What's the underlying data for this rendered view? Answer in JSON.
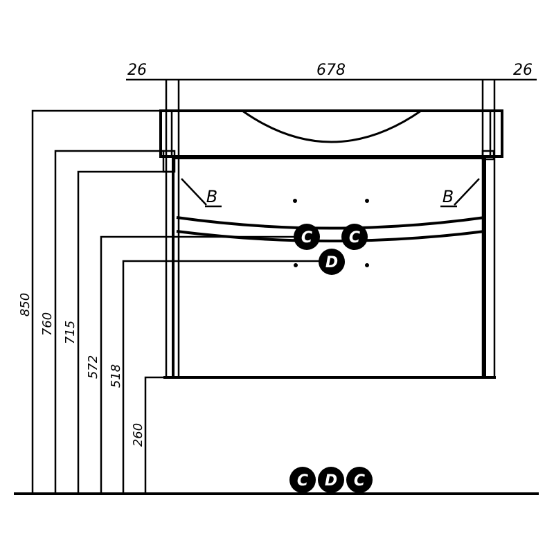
{
  "dimensions": {
    "top": [
      "26",
      "678",
      "26"
    ],
    "heights": [
      "850",
      "760",
      "715",
      "572",
      "518",
      "260"
    ]
  },
  "callouts": {
    "b_left": "B",
    "b_right": "B",
    "c1": "C",
    "c2": "C",
    "d_upper": "D",
    "c_bottom_left": "C",
    "d_bottom": "D",
    "c_bottom_right": "C"
  }
}
